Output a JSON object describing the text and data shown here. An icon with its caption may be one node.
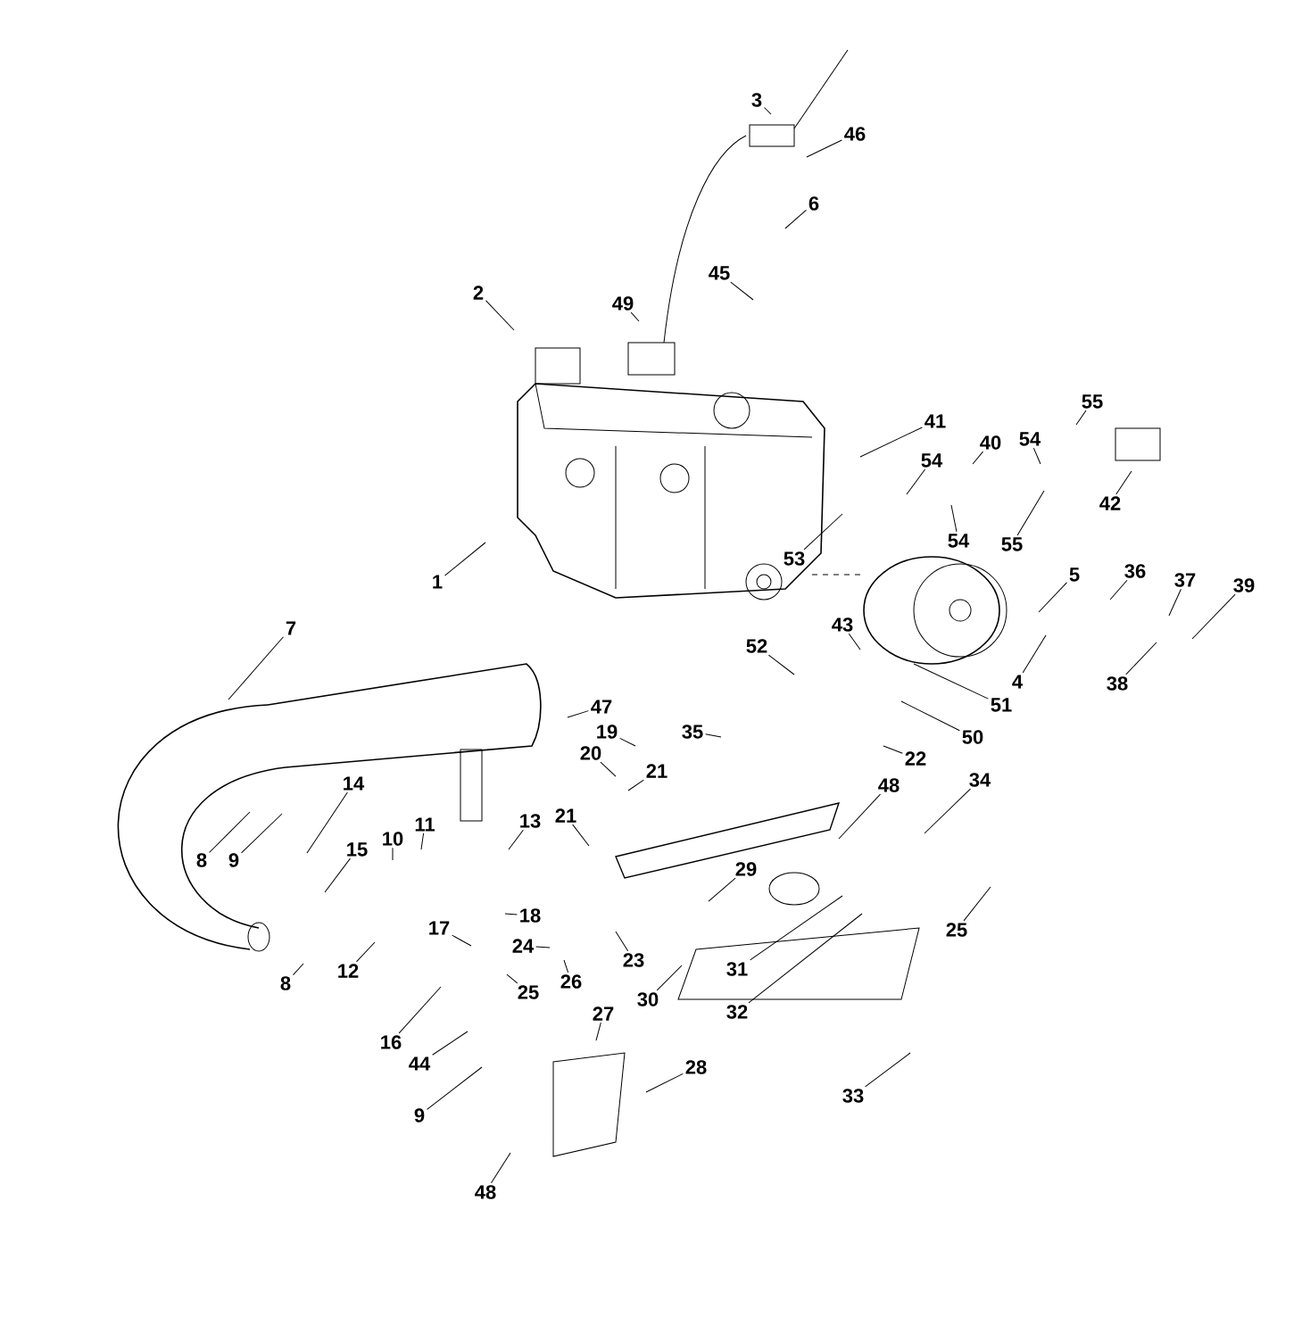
{
  "diagram": {
    "nodes": [
      {
        "text": [
          "1"
        ]
      },
      {
        "text": [
          "2"
        ]
      },
      {
        "text": [
          "3"
        ]
      },
      {
        "text": [
          "46"
        ]
      },
      {
        "text": [
          "6"
        ]
      },
      {
        "text": [
          "45"
        ]
      },
      {
        "text": [
          "49"
        ]
      },
      {
        "text": [
          "41"
        ]
      },
      {
        "text": [
          "40"
        ]
      },
      {
        "text": [
          "54"
        ]
      },
      {
        "text": [
          "54"
        ]
      },
      {
        "text": [
          "55"
        ]
      },
      {
        "text": [
          "42"
        ]
      },
      {
        "text": [
          "54"
        ]
      },
      {
        "text": [
          "55"
        ]
      },
      {
        "text": [
          "53"
        ]
      },
      {
        "text": [
          "5"
        ]
      },
      {
        "text": [
          "36"
        ]
      },
      {
        "text": [
          "37"
        ]
      },
      {
        "text": [
          "39"
        ]
      },
      {
        "text": [
          "4"
        ]
      },
      {
        "text": [
          "38"
        ]
      },
      {
        "text": [
          "43"
        ]
      },
      {
        "text": [
          "52"
        ]
      },
      {
        "text": [
          "51"
        ]
      },
      {
        "text": [
          "50"
        ]
      },
      {
        "text": [
          "7"
        ]
      },
      {
        "text": [
          "35"
        ]
      },
      {
        "text": [
          "47"
        ]
      },
      {
        "text": [
          "19"
        ]
      },
      {
        "text": [
          "20"
        ]
      },
      {
        "text": [
          "21"
        ]
      },
      {
        "text": [
          "22"
        ]
      },
      {
        "text": [
          "48"
        ]
      },
      {
        "text": [
          "34"
        ]
      },
      {
        "text": [
          "14"
        ]
      },
      {
        "text": [
          "8"
        ]
      },
      {
        "text": [
          "9"
        ]
      },
      {
        "text": [
          "15"
        ]
      },
      {
        "text": [
          "10"
        ]
      },
      {
        "text": [
          "11"
        ]
      },
      {
        "text": [
          "13"
        ]
      },
      {
        "text": [
          "21"
        ]
      },
      {
        "text": [
          "29"
        ]
      },
      {
        "text": [
          "25"
        ]
      },
      {
        "text": [
          "12"
        ]
      },
      {
        "text": [
          "8"
        ]
      },
      {
        "text": [
          "17"
        ]
      },
      {
        "text": [
          "18"
        ]
      },
      {
        "text": [
          "24"
        ]
      },
      {
        "text": [
          "23"
        ]
      },
      {
        "text": [
          "25"
        ]
      },
      {
        "text": [
          "26"
        ]
      },
      {
        "text": [
          "30"
        ]
      },
      {
        "text": [
          "31"
        ]
      },
      {
        "text": [
          "32"
        ]
      },
      {
        "text": [
          "16"
        ]
      },
      {
        "text": [
          "27"
        ]
      },
      {
        "text": [
          "44"
        ]
      },
      {
        "text": [
          "28"
        ]
      },
      {
        "text": [
          "9"
        ]
      },
      {
        "text": [
          "33"
        ]
      },
      {
        "text": [
          "48"
        ]
      }
    ],
    "edges": [
      {
        "from": 0,
        "to": null,
        "arrow": "none"
      },
      {
        "from": 1,
        "to": null,
        "arrow": "none"
      },
      {
        "from": 2,
        "to": null,
        "arrow": "none"
      },
      {
        "from": 3,
        "to": null,
        "arrow": "none"
      },
      {
        "from": 4,
        "to": null,
        "arrow": "none"
      },
      {
        "from": 5,
        "to": null,
        "arrow": "none"
      },
      {
        "from": 6,
        "to": null,
        "arrow": "none"
      },
      {
        "from": 7,
        "to": null,
        "arrow": "none"
      },
      {
        "from": 8,
        "to": null,
        "arrow": "none"
      },
      {
        "from": 9,
        "to": null,
        "arrow": "none"
      },
      {
        "from": 10,
        "to": null,
        "arrow": "none"
      },
      {
        "from": 11,
        "to": null,
        "arrow": "none"
      },
      {
        "from": 12,
        "to": null,
        "arrow": "none"
      },
      {
        "from": 13,
        "to": null,
        "arrow": "none"
      },
      {
        "from": 14,
        "to": null,
        "arrow": "none"
      },
      {
        "from": 15,
        "to": null,
        "arrow": "none"
      },
      {
        "from": 16,
        "to": null,
        "arrow": "none"
      },
      {
        "from": 17,
        "to": null,
        "arrow": "none"
      },
      {
        "from": 18,
        "to": null,
        "arrow": "none"
      },
      {
        "from": 19,
        "to": null,
        "arrow": "none"
      },
      {
        "from": 20,
        "to": null,
        "arrow": "none"
      },
      {
        "from": 21,
        "to": null,
        "arrow": "none"
      },
      {
        "from": 22,
        "to": null,
        "arrow": "none"
      },
      {
        "from": 23,
        "to": null,
        "arrow": "none"
      },
      {
        "from": 24,
        "to": null,
        "arrow": "none"
      },
      {
        "from": 25,
        "to": null,
        "arrow": "none"
      },
      {
        "from": 26,
        "to": null,
        "arrow": "none"
      },
      {
        "from": 27,
        "to": null,
        "arrow": "none"
      },
      {
        "from": 28,
        "to": null,
        "arrow": "none"
      },
      {
        "from": 29,
        "to": null,
        "arrow": "none"
      },
      {
        "from": 30,
        "to": null,
        "arrow": "none"
      },
      {
        "from": 31,
        "to": null,
        "arrow": "none"
      },
      {
        "from": 32,
        "to": null,
        "arrow": "none"
      },
      {
        "from": 33,
        "to": null,
        "arrow": "none"
      },
      {
        "from": 34,
        "to": null,
        "arrow": "none"
      },
      {
        "from": 35,
        "to": null,
        "arrow": "none"
      },
      {
        "from": 36,
        "to": null,
        "arrow": "none"
      },
      {
        "from": 37,
        "to": null,
        "arrow": "none"
      },
      {
        "from": 38,
        "to": null,
        "arrow": "none"
      },
      {
        "from": 39,
        "to": null,
        "arrow": "none"
      },
      {
        "from": 40,
        "to": null,
        "arrow": "none"
      },
      {
        "from": 41,
        "to": null,
        "arrow": "none"
      },
      {
        "from": 42,
        "to": null,
        "arrow": "none"
      },
      {
        "from": 43,
        "to": null,
        "arrow": "none"
      },
      {
        "from": 44,
        "to": null,
        "arrow": "none"
      },
      {
        "from": 45,
        "to": null,
        "arrow": "none"
      },
      {
        "from": 46,
        "to": null,
        "arrow": "none"
      },
      {
        "from": 47,
        "to": null,
        "arrow": "none"
      },
      {
        "from": 48,
        "to": null,
        "arrow": "none"
      },
      {
        "from": 49,
        "to": null,
        "arrow": "none"
      },
      {
        "from": 50,
        "to": null,
        "arrow": "none"
      },
      {
        "from": 51,
        "to": null,
        "arrow": "none"
      },
      {
        "from": 52,
        "to": null,
        "arrow": "none"
      },
      {
        "from": 53,
        "to": null,
        "arrow": "none"
      },
      {
        "from": 54,
        "to": null,
        "arrow": "none"
      },
      {
        "from": 55,
        "to": null,
        "arrow": "none"
      },
      {
        "from": 56,
        "to": null,
        "arrow": "none"
      },
      {
        "from": 57,
        "to": null,
        "arrow": "none"
      },
      {
        "from": 58,
        "to": null,
        "arrow": "none"
      },
      {
        "from": 59,
        "to": null,
        "arrow": "none"
      },
      {
        "from": 60,
        "to": null,
        "arrow": "none"
      },
      {
        "from": 61,
        "to": null,
        "arrow": "none"
      },
      {
        "from": 62,
        "to": null,
        "arrow": "none"
      }
    ]
  }
}
